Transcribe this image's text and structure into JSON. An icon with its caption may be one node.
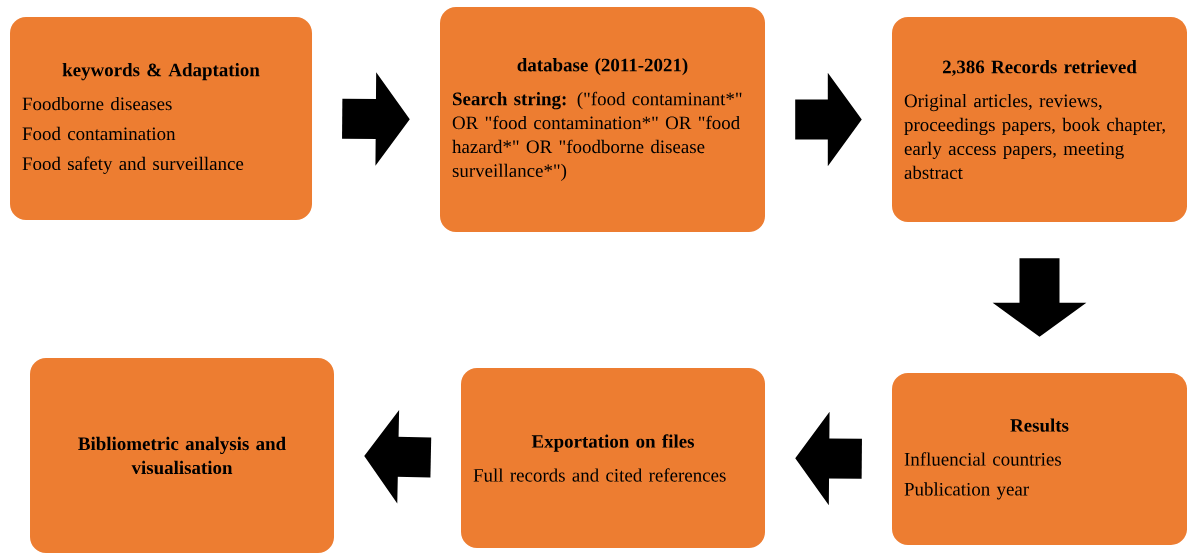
{
  "diagram": {
    "nodes": [
      {
        "text": [
          "keywords & Adaptation",
          "Foodborne diseases",
          "Food contamination",
          "Food safety and surveillance"
        ]
      },
      {
        "text": [
          "database (2011-2021)",
          "**Search string:** (\"food contaminant*\"  OR \"food contamination*\"  OR \"food hazard*\"  OR \"foodborne disease surveillance*\")"
        ]
      },
      {
        "text": [
          "2,386 Records retrieved",
          "Original articles, reviews, proceedings papers, book chapter, early access papers, meeting abstract"
        ]
      },
      {
        "text": [
          "Results",
          "Influencial countries",
          "Publication year"
        ]
      },
      {
        "text": [
          "Exportation on files",
          "Full records and cited references"
        ]
      },
      {
        "text": [
          "Bibliometric analysis and visualisation"
        ]
      }
    ],
    "edges": [
      {
        "from": 0,
        "to": 1,
        "arrow": "to"
      },
      {
        "from": 1,
        "to": 2,
        "arrow": "to"
      },
      {
        "from": 2,
        "to": 3,
        "arrow": "to"
      },
      {
        "from": 3,
        "to": 4,
        "arrow": "to"
      },
      {
        "from": 4,
        "to": 5,
        "arrow": "to"
      }
    ]
  }
}
